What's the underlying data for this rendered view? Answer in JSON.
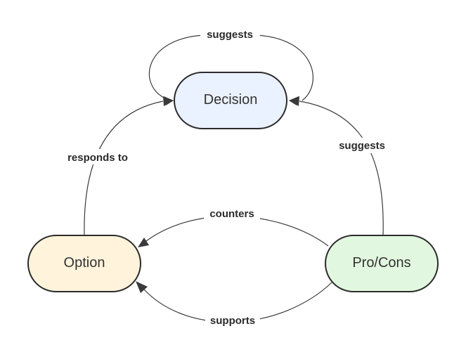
{
  "nodes": {
    "decision": {
      "label": "Decision",
      "fill": "#eaf1ff"
    },
    "option": {
      "label": "Option",
      "fill": "#fff3db"
    },
    "procons": {
      "label": "Pro/Cons",
      "fill": "#e2f7df"
    }
  },
  "edges": {
    "decision_self": {
      "label": "suggests"
    },
    "option_to_decision": {
      "label": "responds to"
    },
    "procons_to_decision": {
      "label": "suggests"
    },
    "procons_counters_option": {
      "label": "counters"
    },
    "procons_supports_option": {
      "label": "supports"
    }
  },
  "colors": {
    "stroke": "#2b2b2b",
    "edge": "#3a3a3a"
  }
}
